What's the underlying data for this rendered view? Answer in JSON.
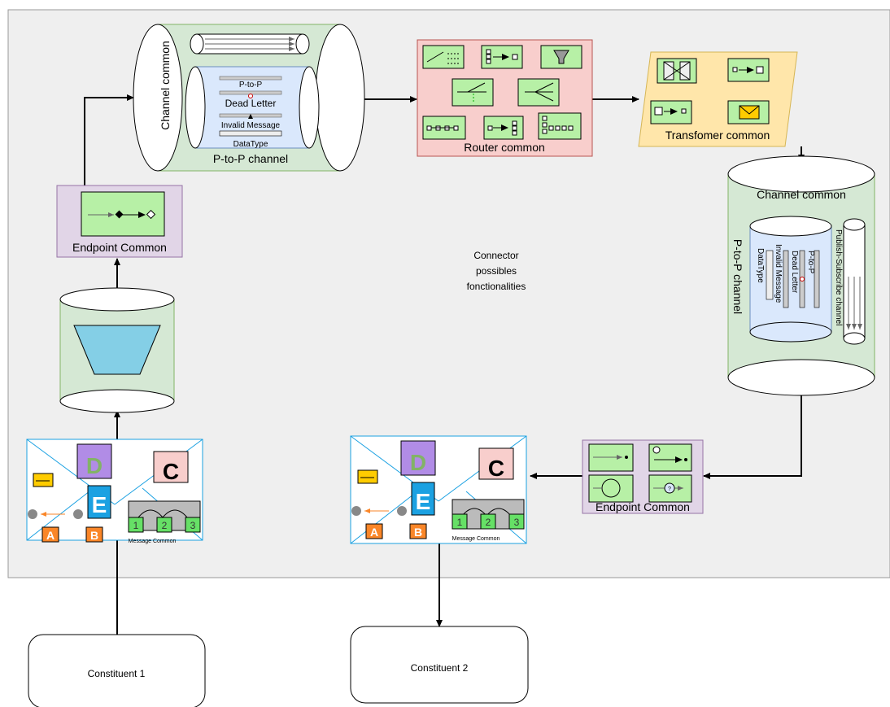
{
  "center_label": [
    "Connector",
    "possibles",
    "fonctionalities"
  ],
  "constituents": {
    "c1": "Constituent 1",
    "c2": "Constituent 2"
  },
  "message_common": {
    "label": "Message Common",
    "letters": {
      "d": "D",
      "c": "C",
      "e": "E",
      "a": "A",
      "b": "B"
    },
    "seq": [
      "1",
      "2",
      "3"
    ]
  },
  "endpoint_left": {
    "label": "Endpoint Common"
  },
  "endpoint_right": {
    "label": "Endpoint Common"
  },
  "channel_top": {
    "label": "Channel common",
    "inner_label": "P-to-P channel",
    "items": [
      "P-to-P",
      "Dead Letter",
      "Invalid Message",
      "DataType"
    ]
  },
  "channel_right": {
    "label": "Channel common",
    "side_label": "P-to-P channel",
    "pubsub_label": "Publish-Subscribe channel",
    "items": [
      "P-to-P",
      "Dead Letter",
      "Invalid Message",
      "DataType"
    ]
  },
  "router": {
    "label": "Router common"
  },
  "transformer": {
    "label": "Transfomer common"
  },
  "colors": {
    "background": "#efefef",
    "green": "#d5e8d4",
    "icon_green": "#b7f0a6",
    "purple": "#e1d5e7",
    "red": "#f8cecc",
    "yellow": "#ffe6aa",
    "blue": "#dae8fc",
    "accent_blue": "#1ba1e2",
    "orange": "#fa8628",
    "cyan": "#84cfe6"
  }
}
